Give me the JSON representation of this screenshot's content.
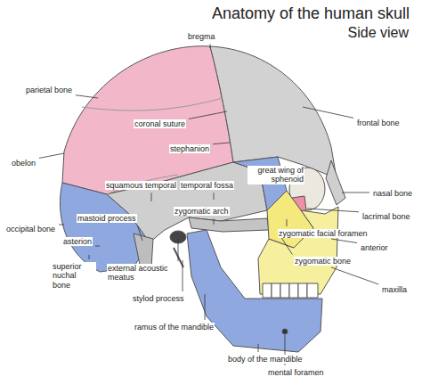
{
  "diagram": {
    "title": "Anatomy of the human skull",
    "labels": [
      "Side view",
      "bregma",
      "parietal bone",
      "coronal suture",
      "frontal bone",
      "stephanion",
      "great wing of sphenoid",
      "obelon",
      "squamous temporal",
      "temporal fossa",
      "nasal bone",
      "lacrimal bone",
      "zygomatic arch",
      "occipital bone",
      "mastoid process",
      "zygomatic facial foramen",
      "anterior",
      "asterion",
      "zygomatic bone",
      "superior nuchal bone",
      "external acoustic meatus",
      "maxilla",
      "stylod process",
      "ramus of the mandible",
      "body of the mandible",
      "mental foramen"
    ]
  }
}
